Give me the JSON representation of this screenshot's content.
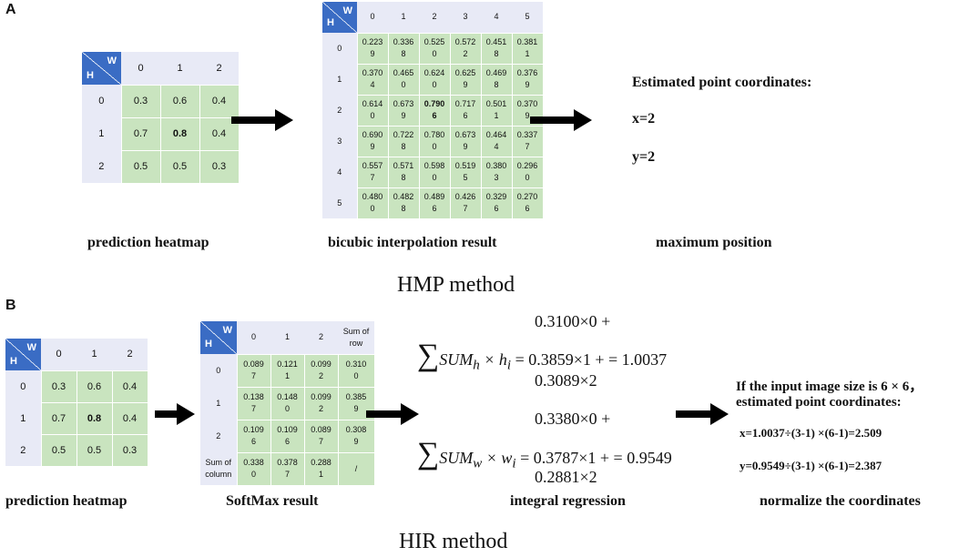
{
  "panel_a": {
    "label": "A",
    "heatmap": {
      "corner_w": "W",
      "corner_h": "H",
      "cols": [
        "0",
        "1",
        "2"
      ],
      "rows": [
        "0",
        "1",
        "2"
      ],
      "cells": [
        [
          "0.3",
          "0.6",
          "0.4"
        ],
        [
          "0.7",
          "0.8",
          "0.4"
        ],
        [
          "0.5",
          "0.5",
          "0.3"
        ]
      ],
      "highlight": [
        1,
        1
      ]
    },
    "interp": {
      "corner_w": "W",
      "corner_h": "H",
      "cols": [
        "0",
        "1",
        "2",
        "3",
        "4",
        "5"
      ],
      "rows": [
        "0",
        "1",
        "2",
        "3",
        "4",
        "5"
      ],
      "cells": [
        [
          "0.223\n9",
          "0.336\n8",
          "0.525\n0",
          "0.572\n2",
          "0.451\n8",
          "0.381\n1"
        ],
        [
          "0.370\n4",
          "0.465\n0",
          "0.624\n0",
          "0.625\n9",
          "0.469\n8",
          "0.376\n9"
        ],
        [
          "0.614\n0",
          "0.673\n9",
          "0.790\n6",
          "0.717\n6",
          "0.501\n1",
          "0.370\n9"
        ],
        [
          "0.690\n9",
          "0.722\n8",
          "0.780\n0",
          "0.673\n9",
          "0.464\n4",
          "0.337\n7"
        ],
        [
          "0.557\n7",
          "0.571\n8",
          "0.598\n0",
          "0.519\n5",
          "0.380\n3",
          "0.296\n0"
        ],
        [
          "0.480\n0",
          "0.482\n8",
          "0.489\n6",
          "0.426\n7",
          "0.329\n6",
          "0.270\n6"
        ]
      ],
      "highlight": [
        2,
        2
      ]
    },
    "result": {
      "title": "Estimated point coordinates:",
      "x": "x=2",
      "y": "y=2"
    },
    "captions": {
      "heatmap": "prediction heatmap",
      "interp": "bicubic interpolation result",
      "max": "maximum position"
    },
    "method": "HMP method"
  },
  "panel_b": {
    "label": "B",
    "heatmap": {
      "corner_w": "W",
      "corner_h": "H",
      "cols": [
        "0",
        "1",
        "2"
      ],
      "rows": [
        "0",
        "1",
        "2"
      ],
      "cells": [
        [
          "0.3",
          "0.6",
          "0.4"
        ],
        [
          "0.7",
          "0.8",
          "0.4"
        ],
        [
          "0.5",
          "0.5",
          "0.3"
        ]
      ],
      "highlight": [
        1,
        1
      ]
    },
    "softmax": {
      "corner_w": "W",
      "corner_h": "H",
      "cols": [
        "0",
        "1",
        "2",
        "Sum of\nrow"
      ],
      "rows": [
        "0",
        "1",
        "2",
        "Sum of\ncolumn"
      ],
      "cells": [
        [
          "0.089\n7",
          "0.121\n1",
          "0.099\n2",
          "0.310\n0"
        ],
        [
          "0.138\n7",
          "0.148\n0",
          "0.099\n2",
          "0.385\n9"
        ],
        [
          "0.109\n6",
          "0.109\n6",
          "0.089\n7",
          "0.308\n9"
        ],
        [
          "0.338\n0",
          "0.378\n7",
          "0.288\n1",
          "/"
        ]
      ]
    },
    "eq_h": {
      "top": "0.3100×0 +",
      "lhs": "SUM",
      "lhs_sub": "h",
      "mult": "× h",
      "mult_sub": "i",
      "mid": "= 0.3859×1 + = 1.0037",
      "bottom": "0.3089×2"
    },
    "eq_w": {
      "top": "0.3380×0 +",
      "lhs": "SUM",
      "lhs_sub": "w",
      "mult": "× w",
      "mult_sub": "i",
      "mid": "= 0.3787×1 + = 0.9549",
      "bottom": "0.2881×2"
    },
    "result": {
      "line1": "If the input image size is 6 × 6，",
      "line2": "estimated point coordinates:",
      "x": "x=1.0037÷(3-1) ×(6-1)=2.509",
      "y": "y=0.9549÷(3-1) ×(6-1)=2.387"
    },
    "captions": {
      "heatmap": "prediction heatmap",
      "softmax": "SoftMax result",
      "integral": "integral regression",
      "normalize": "normalize the coordinates"
    },
    "method": "HIR method"
  },
  "colors": {
    "cell_green": "#c9e4bf",
    "header_lilac": "#e8eaf6",
    "corner_blue": "#3a6cc4",
    "highlight_red": "#e02020"
  }
}
